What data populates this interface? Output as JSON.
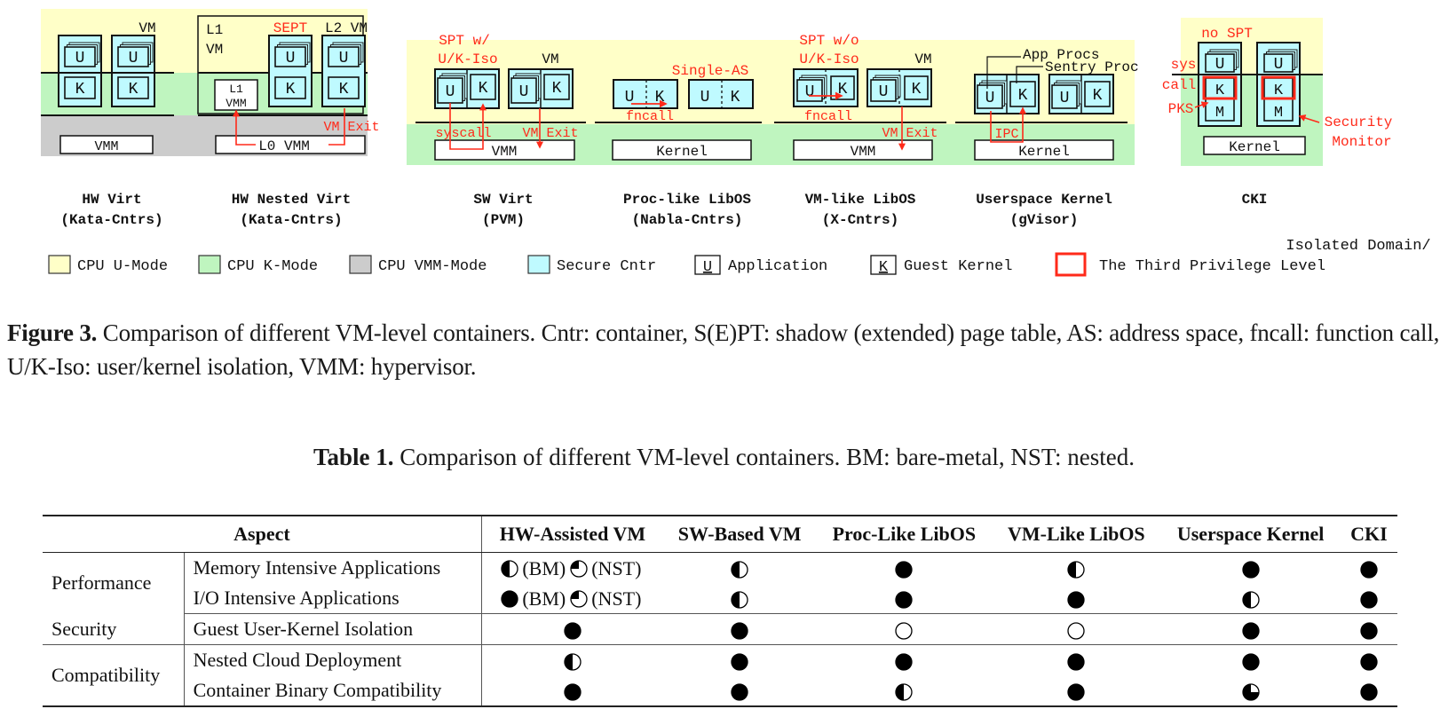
{
  "figure": {
    "panels": [
      {
        "id": "hw-virt",
        "title": "HW Virt",
        "subtitle": "(Kata-Cntrs)",
        "labels": {
          "vm": "VM",
          "u": "U",
          "k": "K",
          "vmm": "VMM"
        }
      },
      {
        "id": "hw-nested-virt",
        "title": "HW Nested Virt",
        "subtitle": "(Kata-Cntrs)",
        "labels": {
          "l1": "L1",
          "vm": "VM",
          "sept": "SEPT",
          "l2vm": "L2 VM",
          "l1vmm_a": "L1",
          "l1vmm_b": "VMM",
          "u": "U",
          "k": "K",
          "vmexit": "VM Exit",
          "l0vmm": "L0  VMM"
        }
      },
      {
        "id": "sw-virt",
        "title": "SW Virt",
        "subtitle": "(PVM)",
        "labels": {
          "spt1": "SPT w/",
          "spt2": "U/K-Iso",
          "vm": "VM",
          "u": "U",
          "k": "K",
          "syscall": "syscall",
          "vmexit": "VM Exit",
          "vmm": "VMM"
        }
      },
      {
        "id": "proc-libos",
        "title": "Proc-like LibOS",
        "subtitle": "(Nabla-Cntrs)",
        "labels": {
          "singleas": "Single-AS",
          "u": "U",
          "k": "K",
          "fncall": "fncall",
          "kernel": "Kernel"
        }
      },
      {
        "id": "vm-libos",
        "title": "VM-like LibOS",
        "subtitle": "(X-Cntrs)",
        "labels": {
          "spt1": "SPT w/o",
          "spt2": "U/K-Iso",
          "vm": "VM",
          "u": "U",
          "k": "K",
          "fncall": "fncall",
          "vmexit": "VM Exit",
          "vmm": "VMM"
        }
      },
      {
        "id": "userspace-kernel",
        "title": "Userspace Kernel",
        "subtitle": "(gVisor)",
        "labels": {
          "app": "App Procs",
          "sentry": "Sentry Proc",
          "u": "U",
          "k": "K",
          "ipc": "IPC",
          "kernel": "Kernel"
        }
      },
      {
        "id": "cki",
        "title": "CKI",
        "subtitle": "",
        "labels": {
          "nospt": "no SPT",
          "sys": "sys",
          "call": "call",
          "pks": "PKS",
          "u": "U",
          "k": "K",
          "m": "M",
          "sec1": "Security",
          "sec2": "Monitor",
          "kernel": "Kernel"
        }
      }
    ],
    "legend": [
      {
        "label": "CPU U-Mode",
        "kind": "swatch",
        "color": "#ffffc8"
      },
      {
        "label": "CPU K-Mode",
        "kind": "swatch",
        "color": "#bff5bf"
      },
      {
        "label": "CPU VMM-Mode",
        "kind": "swatch",
        "color": "#cccccc"
      },
      {
        "label": "Secure Cntr",
        "kind": "swatch",
        "color": "#bffaff"
      },
      {
        "label": "Application",
        "kind": "letter",
        "letter": "U"
      },
      {
        "label": "Guest Kernel",
        "kind": "letter",
        "letter": "K"
      },
      {
        "label": "Isolated Domain/",
        "label2": "The Third Privilege Level",
        "kind": "redbox",
        "color": "#ff2a1a"
      }
    ],
    "colors": {
      "umode": "#ffffc8",
      "kmode": "#bff5bf",
      "vmmmode": "#cccccc",
      "cntr": "#bffaff",
      "red": "#ff2a1a"
    }
  },
  "caption": {
    "label": "Figure 3.",
    "text": "Comparison of different VM-level containers. Cntr: container, S(E)PT: shadow (extended) page table, AS: address space, fncall: function call, U/K-Iso: user/kernel isolation, VMM: hypervisor."
  },
  "table": {
    "caption_label": "Table 1.",
    "caption_text": "Comparison of different VM-level containers. BM: bare-metal, NST: nested.",
    "aspect_header": "Aspect",
    "columns": [
      "HW-Assisted VM",
      "SW-Based VM",
      "Proc-Like LibOS",
      "VM-Like LibOS",
      "Userspace Kernel",
      "CKI"
    ],
    "legend_note": "full = 1.0, three-quarter = 0.75, half = 0.5, quarter = 0.25, empty = 0.0",
    "groups": [
      {
        "category": "Performance",
        "rows": [
          {
            "aspect": "Memory Intensive Applications",
            "values": [
              [
                {
                  "fill": 0.5,
                  "note": "(BM)"
                },
                {
                  "fill": 0.25,
                  "note": "(NST)"
                }
              ],
              [
                {
                  "fill": 0.5
                }
              ],
              [
                {
                  "fill": 1
                }
              ],
              [
                {
                  "fill": 0.5
                }
              ],
              [
                {
                  "fill": 1
                }
              ],
              [
                {
                  "fill": 1
                }
              ]
            ]
          },
          {
            "aspect": "I/O Intensive Applications",
            "values": [
              [
                {
                  "fill": 1,
                  "note": "(BM)"
                },
                {
                  "fill": 0.25,
                  "note": "(NST)"
                }
              ],
              [
                {
                  "fill": 0.5
                }
              ],
              [
                {
                  "fill": 1
                }
              ],
              [
                {
                  "fill": 1
                }
              ],
              [
                {
                  "fill": 0.5
                }
              ],
              [
                {
                  "fill": 1
                }
              ]
            ]
          }
        ]
      },
      {
        "category": "Security",
        "rows": [
          {
            "aspect": "Guest User-Kernel Isolation",
            "values": [
              [
                {
                  "fill": 1
                }
              ],
              [
                {
                  "fill": 1
                }
              ],
              [
                {
                  "fill": 0
                }
              ],
              [
                {
                  "fill": 0
                }
              ],
              [
                {
                  "fill": 1
                }
              ],
              [
                {
                  "fill": 1
                }
              ]
            ]
          }
        ]
      },
      {
        "category": "Compatibility",
        "rows": [
          {
            "aspect": "Nested Cloud Deployment",
            "values": [
              [
                {
                  "fill": 0.5
                }
              ],
              [
                {
                  "fill": 1
                }
              ],
              [
                {
                  "fill": 1
                }
              ],
              [
                {
                  "fill": 1
                }
              ],
              [
                {
                  "fill": 1
                }
              ],
              [
                {
                  "fill": 1
                }
              ]
            ]
          },
          {
            "aspect": "Container Binary Compatibility",
            "values": [
              [
                {
                  "fill": 1
                }
              ],
              [
                {
                  "fill": 1
                }
              ],
              [
                {
                  "fill": 0.5
                }
              ],
              [
                {
                  "fill": 1
                }
              ],
              [
                {
                  "fill": 0.75
                }
              ],
              [
                {
                  "fill": 1
                }
              ]
            ]
          }
        ]
      }
    ]
  }
}
